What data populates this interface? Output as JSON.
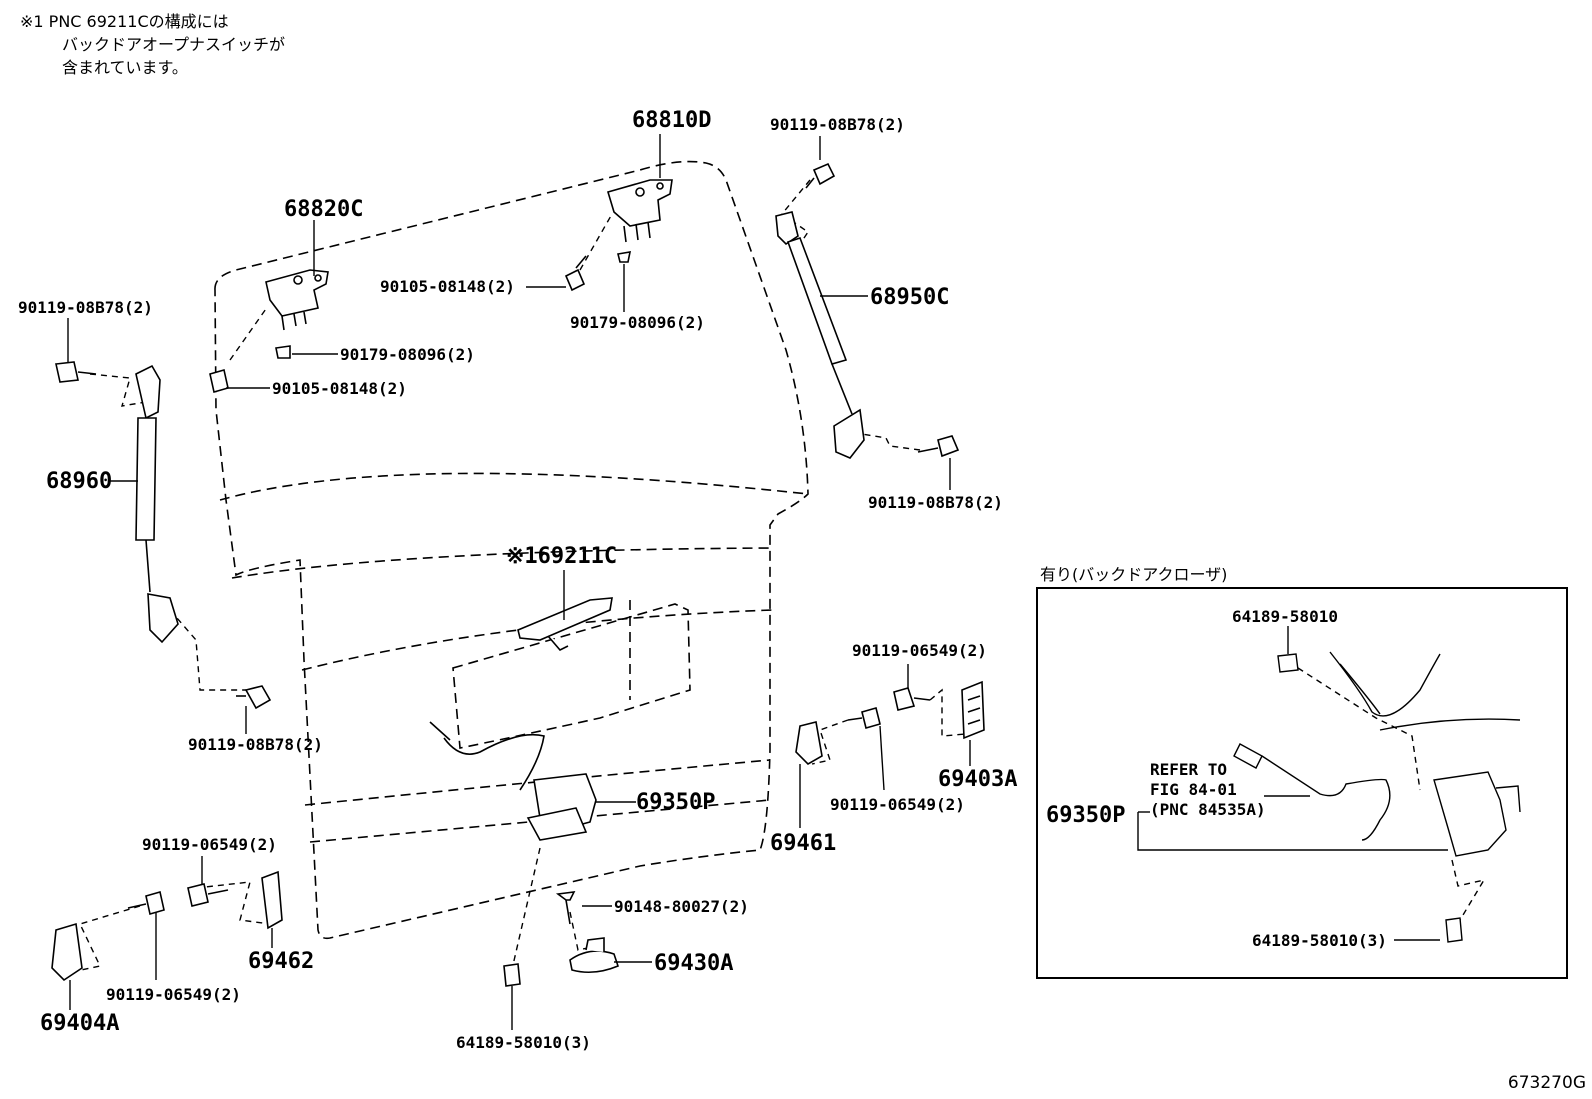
{
  "note": {
    "lines": [
      "※1  PNC 69211Cの構成には",
      "バックドアオープナスイッチが",
      "含まれています。"
    ]
  },
  "parts": {
    "p68810D": "68810D",
    "p90119_08B78_top": "90119-08B78(2)",
    "p68820C": "68820C",
    "p90105_08148_a": "90105-08148(2)",
    "p90179_08096_a": "90179-08096(2)",
    "p68950C": "68950C",
    "p90119_08B78_left": "90119-08B78(2)",
    "p90179_08096_b": "90179-08096(2)",
    "p90105_08148_b": "90105-08148(2)",
    "p68960": "68960",
    "p90119_08B78_right": "90119-08B78(2)",
    "p69211C": "※169211C",
    "p90119_08B78_lower": "90119-08B78(2)",
    "p90119_06549_a": "90119-06549(2)",
    "p69403A": "69403A",
    "p69350P": "69350P",
    "p69461": "69461",
    "p90119_06549_b": "90119-06549(2)",
    "p90119_06549_c": "90119-06549(2)",
    "p69462": "69462",
    "p90148_80027": "90148-80027(2)",
    "p69430A": "69430A",
    "p90119_06549_d": "90119-06549(2)",
    "p69404A": "69404A",
    "p64189_58010_main": "64189-58010(3)"
  },
  "inset": {
    "caption": "有り(バックドアクローザ)",
    "p64189_58010": "64189-58010",
    "refer_line1": "REFER TO",
    "refer_line2": "FIG 84-01",
    "refer_line3": "(PNC 84535A)",
    "p69350P": "69350P",
    "p64189_58010_3": "64189-58010(3)"
  },
  "figure_id": "673270G"
}
